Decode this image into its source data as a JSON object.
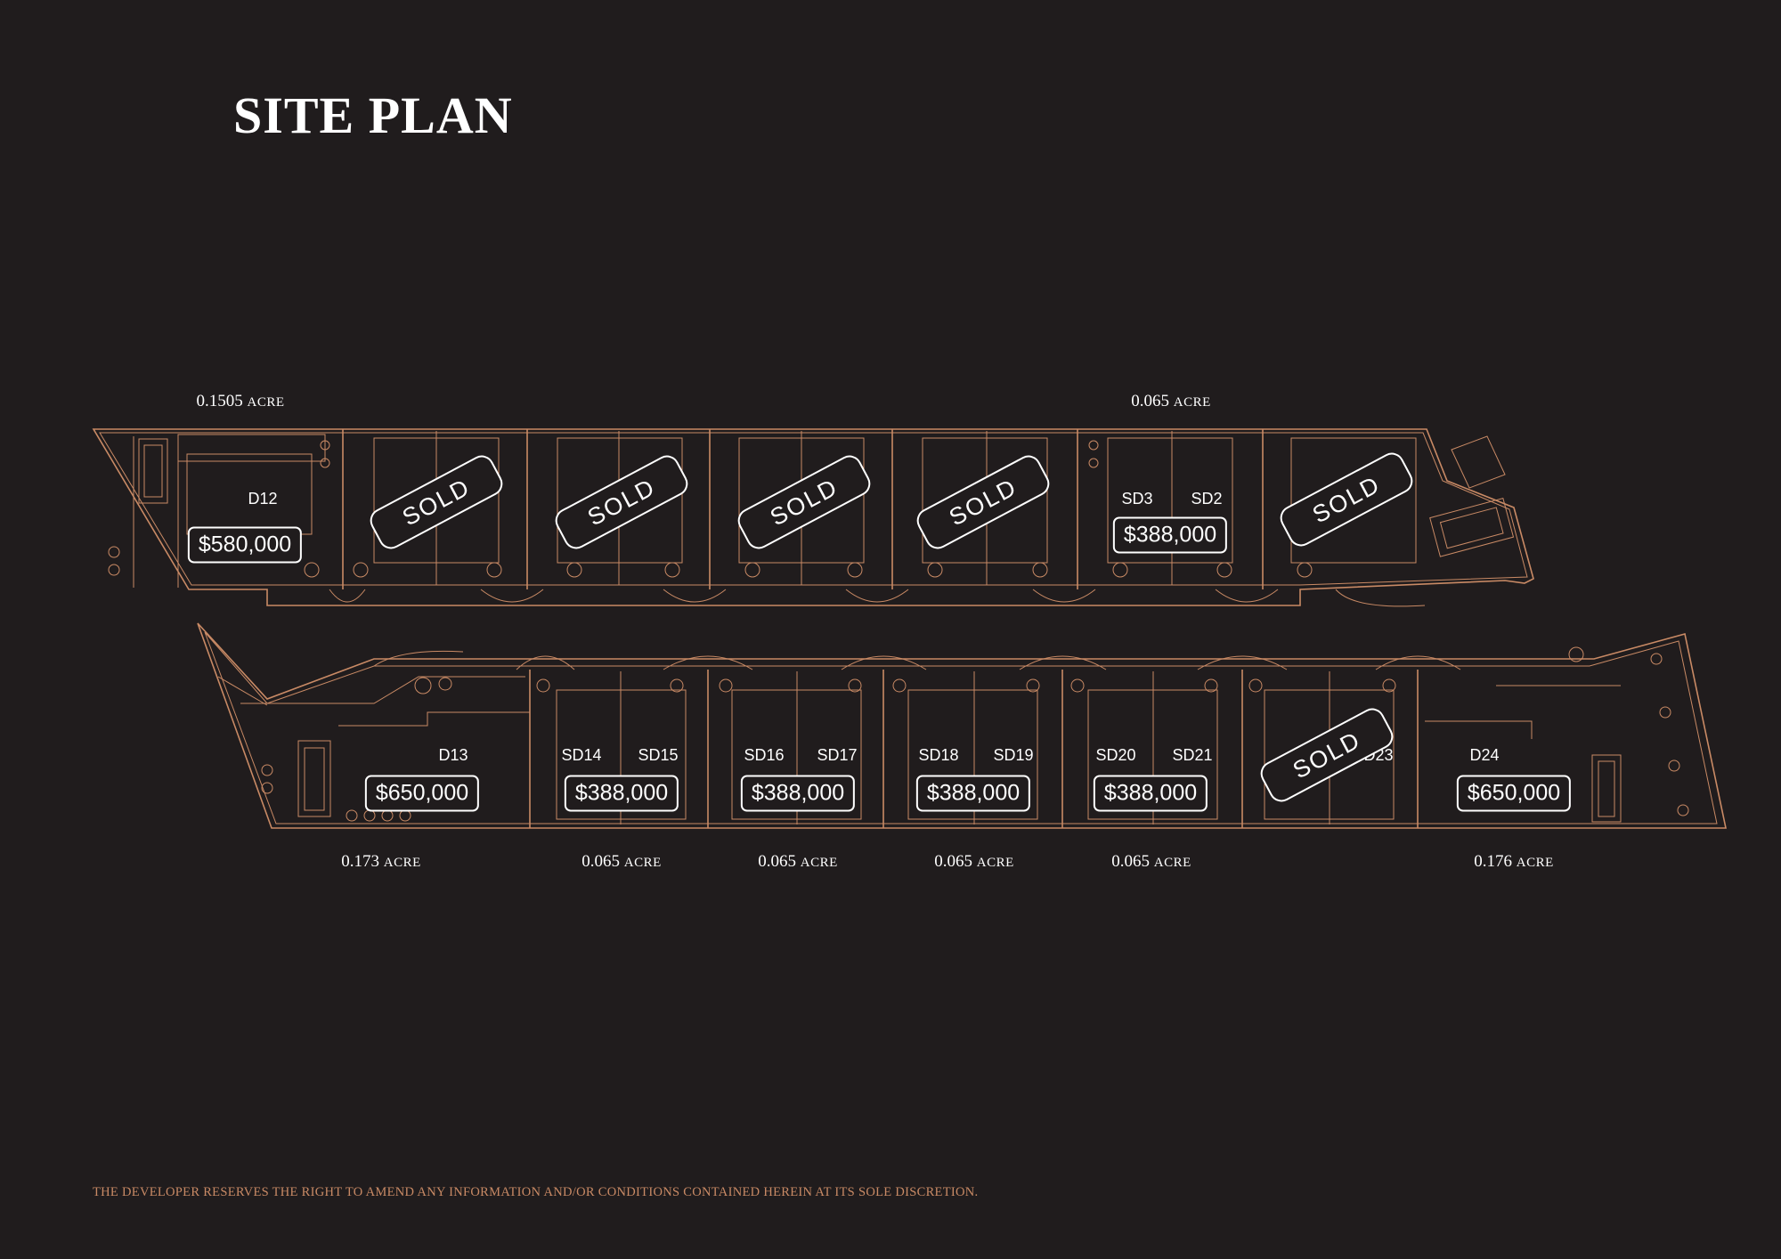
{
  "title": "SITE PLAN",
  "acreage": {
    "top_left": {
      "num": "0.1505",
      "unit": "Acre"
    },
    "top_center": {
      "num": "0.065",
      "unit": "Acre"
    },
    "bottom": [
      {
        "num": "0.173",
        "unit": "Acre"
      },
      {
        "num": "0.065",
        "unit": "Acre"
      },
      {
        "num": "0.065",
        "unit": "Acre"
      },
      {
        "num": "0.065",
        "unit": "Acre"
      },
      {
        "num": "0.065",
        "unit": "Acre"
      },
      {
        "num": "0.176",
        "unit": "Acre"
      }
    ]
  },
  "units_top": [
    "D12",
    "SD3",
    "SD2"
  ],
  "units_bottom": [
    "D13",
    "SD14",
    "SD15",
    "SD16",
    "SD17",
    "SD18",
    "SD19",
    "SD20",
    "SD21",
    "SD23",
    "D24"
  ],
  "prices_top": [
    "$580,000",
    "$388,000"
  ],
  "prices_bottom": [
    "$650,000",
    "$388,000",
    "$388,000",
    "$388,000",
    "$388,000",
    "$650,000"
  ],
  "sold_label": "SOLD",
  "disclaimer": "THE DEVELOPER RESERVES THE RIGHT TO AMEND ANY INFORMATION AND/OR CONDITIONS CONTAINED HEREIN AT ITS SOLE DISCRETION.",
  "colors": {
    "background": "#201c1d",
    "linework": "#c98a65",
    "text": "#ffffff"
  }
}
